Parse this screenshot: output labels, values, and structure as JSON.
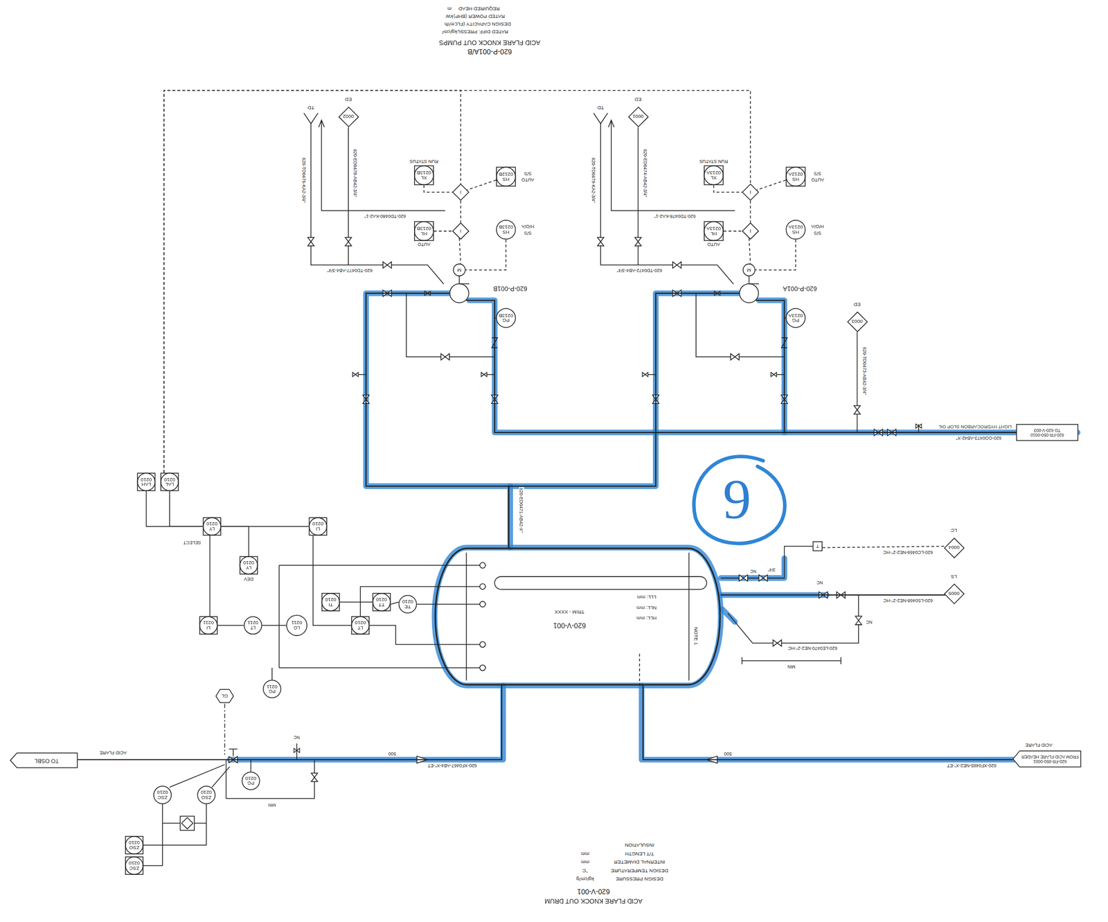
{
  "diagram": {
    "nodes": [
      {
        "text": [
          "620-V-001",
          "TRIM - XXXX",
          "HLL: mm",
          "NLL: mm",
          "LLL: mm",
          "NOTE 1"
        ]
      },
      {
        "text": [
          "620-P-001A"
        ]
      },
      {
        "text": [
          "620-P-001B"
        ]
      },
      {
        "text": [
          "620-FR-050-0001",
          "FROM ACID FLARE HEADER"
        ]
      },
      {
        "text": [
          "620-FR-050-0010",
          "TO 620-V-003"
        ]
      },
      {
        "text": [
          "TO OSBL"
        ]
      },
      {
        "text": [
          "PG",
          "0213A"
        ]
      },
      {
        "text": [
          "PG",
          "0213B"
        ]
      },
      {
        "text": [
          "HS",
          "0213A"
        ]
      },
      {
        "text": [
          "HS",
          "0213B"
        ]
      },
      {
        "text": [
          "XL",
          "0213A"
        ]
      },
      {
        "text": [
          "XL",
          "0213B"
        ]
      },
      {
        "text": [
          "HS",
          "0212A"
        ]
      },
      {
        "text": [
          "HS",
          "0212B"
        ]
      },
      {
        "text": [
          "HL",
          "0213A"
        ]
      },
      {
        "text": [
          "HL",
          "0213B"
        ]
      },
      {
        "text": [
          "ED",
          "0002"
        ]
      },
      {
        "text": [
          "ED",
          "0001"
        ]
      },
      {
        "text": [
          "ED",
          "0003"
        ]
      },
      {
        "text": [
          "LC",
          "0004"
        ]
      },
      {
        "text": [
          "LS",
          "0005"
        ]
      },
      {
        "text": [
          "LAH",
          "0210"
        ]
      },
      {
        "text": [
          "LAL",
          "0210"
        ]
      },
      {
        "text": [
          "LY",
          "0210"
        ]
      },
      {
        "text": [
          "LI",
          "0210"
        ]
      },
      {
        "text": [
          "LY",
          "0210"
        ]
      },
      {
        "text": [
          "LI",
          "0211"
        ]
      },
      {
        "text": [
          "LT",
          "0211"
        ]
      },
      {
        "text": [
          "LG",
          "0211"
        ]
      },
      {
        "text": [
          "LT",
          "0210"
        ]
      },
      {
        "text": [
          "TI",
          "0210"
        ]
      },
      {
        "text": [
          "TT",
          "0210"
        ]
      },
      {
        "text": [
          "TE",
          "0210"
        ]
      },
      {
        "text": [
          "PG",
          "0211"
        ]
      },
      {
        "text": [
          "PG",
          "0210"
        ]
      },
      {
        "text": [
          "ZSO",
          "0210"
        ]
      },
      {
        "text": [
          "ZSC",
          "0210"
        ]
      },
      {
        "text": [
          "ZSO",
          "0210"
        ]
      },
      {
        "text": [
          "ZSC",
          "0210"
        ]
      },
      {
        "text": [
          "GL"
        ]
      },
      {
        "text": [
          "I"
        ]
      },
      {
        "text": [
          "I"
        ]
      },
      {
        "text": [
          "M"
        ]
      },
      {
        "text": [
          "M"
        ]
      },
      {
        "text": [
          "T"
        ]
      },
      {
        "text": [
          "I"
        ]
      },
      {
        "text": [
          "I"
        ]
      }
    ],
    "edges": [
      {
        "from": 3,
        "to": 0,
        "arrow": "none"
      },
      {
        "from": 0,
        "to": 5,
        "arrow": "none"
      },
      {
        "from": 0,
        "to": 2,
        "arrow": "none"
      },
      {
        "from": 0,
        "to": 1,
        "arrow": "none"
      },
      {
        "from": 2,
        "to": 4,
        "arrow": "none"
      },
      {
        "from": 1,
        "to": 4,
        "arrow": "none"
      },
      {
        "from": 24,
        "to": 23,
        "arrow": "none"
      },
      {
        "from": 25,
        "to": 23,
        "arrow": "none"
      },
      {
        "from": 26,
        "to": 23,
        "arrow": "none"
      },
      {
        "from": 27,
        "to": 26,
        "arrow": "none"
      },
      {
        "from": 29,
        "to": 24,
        "arrow": "none"
      },
      {
        "from": 32,
        "to": 31,
        "arrow": "none"
      },
      {
        "from": 31,
        "to": 30,
        "arrow": "none"
      },
      {
        "from": 23,
        "to": 22,
        "arrow": "none"
      },
      {
        "from": 23,
        "to": 21,
        "arrow": "none"
      },
      {
        "from": 22,
        "to": 41,
        "arrow": "none"
      },
      {
        "from": 22,
        "to": 40,
        "arrow": "none"
      },
      {
        "from": 35,
        "to": 37,
        "arrow": "none"
      },
      {
        "from": 36,
        "to": 38,
        "arrow": "none"
      },
      {
        "from": 11,
        "to": 41,
        "arrow": "none"
      },
      {
        "from": 13,
        "to": 41,
        "arrow": "none"
      },
      {
        "from": 15,
        "to": 46,
        "arrow": "none"
      },
      {
        "from": 41,
        "to": 46,
        "arrow": "none"
      },
      {
        "from": 46,
        "to": 43,
        "arrow": "none"
      },
      {
        "from": 9,
        "to": 43,
        "arrow": "none"
      },
      {
        "from": 43,
        "to": 2,
        "arrow": "none"
      },
      {
        "from": 10,
        "to": 40,
        "arrow": "none"
      },
      {
        "from": 12,
        "to": 40,
        "arrow": "none"
      },
      {
        "from": 14,
        "to": 45,
        "arrow": "none"
      },
      {
        "from": 40,
        "to": 45,
        "arrow": "none"
      },
      {
        "from": 45,
        "to": 42,
        "arrow": "none"
      },
      {
        "from": 8,
        "to": 42,
        "arrow": "none"
      },
      {
        "from": 42,
        "to": 1,
        "arrow": "none"
      },
      {
        "from": 44,
        "to": 19,
        "arrow": "none"
      },
      {
        "from": 0,
        "to": 20,
        "arrow": "none"
      }
    ],
    "labels": [
      "620-P-001A/B",
      "ACID FLARE KNOCK OUT PUMPS",
      "RATED DIFF. PRESSURE",
      "kg/cm²",
      "DESIGN CAPACITY (FLOW)",
      "m³/h",
      "RATED POWER (BHP)",
      "kW",
      "REQUIRED HEAD",
      "m",
      "620-V-001",
      "ACID FLARE KNOCK OUT DRUM",
      "DESIGN PRESSURE",
      "kg/cm²g",
      "DESIGN TEMPERATURE",
      "°C",
      "INTERNAL DIAMETER",
      "mm",
      "T/T LENGTH",
      "mm",
      "INSULATION",
      "620-ED0471-AB42-X\"",
      "620-XF0465-NE2-X\"-ET",
      "ACID FLARE",
      "500",
      "620-XF0467-AB4-X\"-ET",
      "500",
      "ACID FLARE",
      "LIGHT HYDROCARBON SLOP OIL",
      "620-GO0473-AB42-X\"",
      "620-LC0469-NE2-2\"-HC",
      "620-LS0468-NE2-2\"-HC",
      "620-LE0470-NE2-2\"-HC",
      "SELECT",
      "DEV",
      "RUN STATUS",
      "RUN STATUS",
      "AUTO",
      "AUTO",
      "S/S",
      "AUTO",
      "S/S",
      "AUTO",
      "H/O/A",
      "S/S",
      "H/O/A",
      "S/S",
      "620-TD0476-KA2-3/4\"",
      "620-ED0478-AB42-3/4\"",
      "620-TD0480-KA2-1\"",
      "620-TD0477-AB4-3/4\"",
      "620-TD0479-KA2-3/4\"",
      "620-ED0474-AB42-3/4\"",
      "620-TD0478-KA2-1\"",
      "620-TD0472-AB4-3/4\"",
      "620-TD0473-AB42-3/4\"",
      "TD",
      "TD",
      "NC",
      "NC",
      "NC",
      "NC",
      "3/4\"",
      "MIN",
      "MIN",
      "9"
    ]
  }
}
